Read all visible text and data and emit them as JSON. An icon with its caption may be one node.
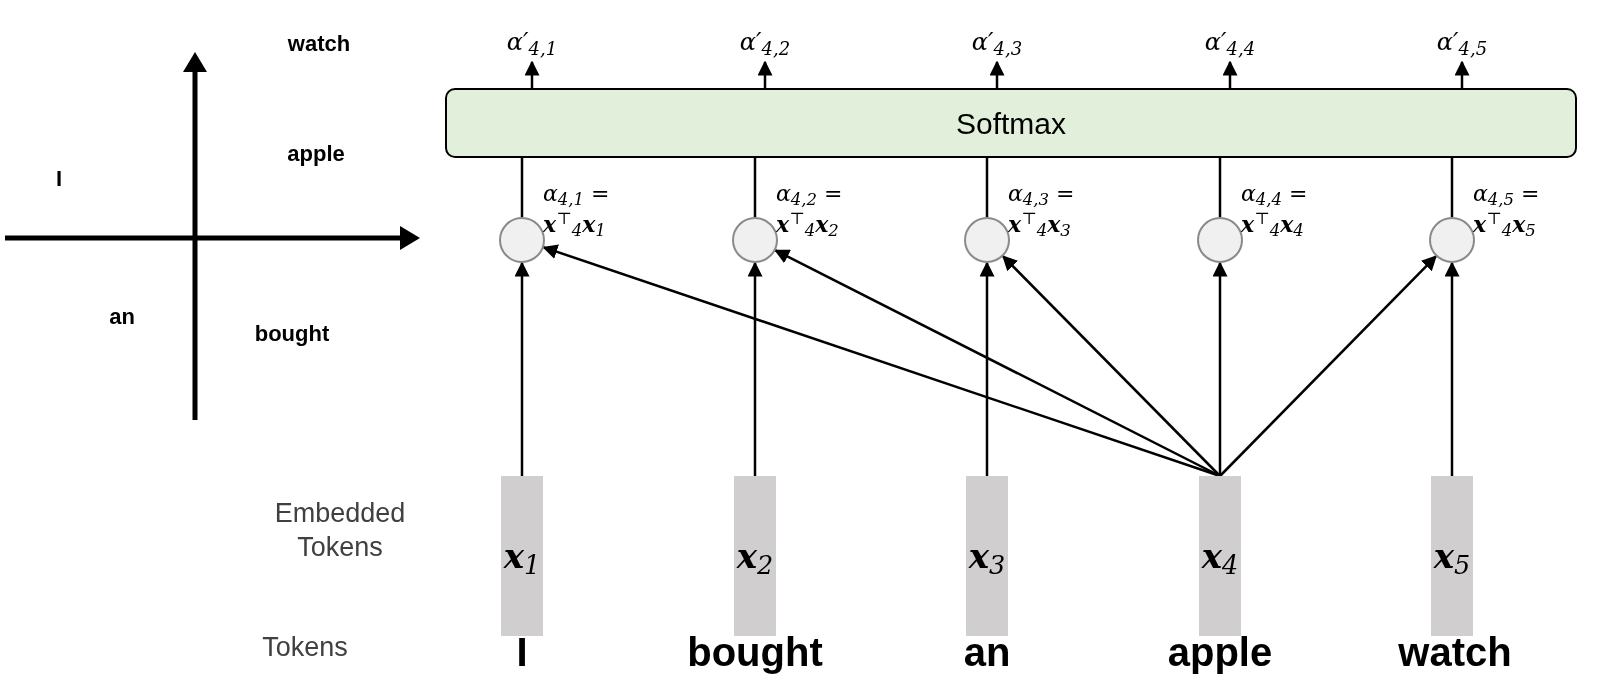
{
  "diagram": {
    "nodes": [
      {
        "text": [
          "α′$_{4,1}$"
        ]
      },
      {
        "text": [
          "α′$_{4,2}$"
        ]
      },
      {
        "text": [
          "α′$_{4,3}$"
        ]
      },
      {
        "text": [
          "α′$_{4,4}$"
        ]
      },
      {
        "text": [
          "α′$_{4,5}$"
        ]
      },
      {
        "text": [
          "Softmax"
        ]
      },
      {
        "text": [],
        "shape": "circle",
        "beside": [
          "α$_{4,1}$ = **x**$^{⊤}$$_{4}$**x**$_{1}$"
        ]
      },
      {
        "text": [],
        "shape": "circle",
        "beside": [
          "α$_{4,2}$ = **x**$^{⊤}$$_{4}$**x**$_{2}$"
        ]
      },
      {
        "text": [],
        "shape": "circle",
        "beside": [
          "α$_{4,3}$ = **x**$^{⊤}$$_{4}$**x**$_{3}$"
        ]
      },
      {
        "text": [],
        "shape": "circle",
        "beside": [
          "α$_{4,4}$ = **x**$^{⊤}$$_{4}$**x**$_{4}$"
        ]
      },
      {
        "text": [],
        "shape": "circle",
        "beside": [
          "α$_{4,5}$ = **x**$^{⊤}$$_{4}$**x**$_{5}$"
        ]
      },
      {
        "text": [
          "**x**$_{1}$"
        ]
      },
      {
        "text": [
          "**x**$_{2}$"
        ]
      },
      {
        "text": [
          "**x**$_{3}$"
        ]
      },
      {
        "text": [
          "**x**$_{4}$"
        ]
      },
      {
        "text": [
          "**x**$_{5}$"
        ]
      }
    ],
    "edges": [
      {
        "from": 5,
        "to": 0,
        "arrow": "to"
      },
      {
        "from": 5,
        "to": 1,
        "arrow": "to"
      },
      {
        "from": 5,
        "to": 2,
        "arrow": "to"
      },
      {
        "from": 5,
        "to": 3,
        "arrow": "to"
      },
      {
        "from": 5,
        "to": 4,
        "arrow": "to"
      },
      {
        "from": 6,
        "to": 5,
        "arrow": "none"
      },
      {
        "from": 7,
        "to": 5,
        "arrow": "none"
      },
      {
        "from": 8,
        "to": 5,
        "arrow": "none"
      },
      {
        "from": 9,
        "to": 5,
        "arrow": "none"
      },
      {
        "from": 10,
        "to": 5,
        "arrow": "none"
      },
      {
        "from": 11,
        "to": 6,
        "arrow": "to"
      },
      {
        "from": 12,
        "to": 7,
        "arrow": "to"
      },
      {
        "from": 13,
        "to": 8,
        "arrow": "to"
      },
      {
        "from": 14,
        "to": 9,
        "arrow": "to"
      },
      {
        "from": 15,
        "to": 10,
        "arrow": "to"
      },
      {
        "from": 14,
        "to": 6,
        "arrow": "to"
      },
      {
        "from": 14,
        "to": 7,
        "arrow": "to"
      },
      {
        "from": 14,
        "to": 8,
        "arrow": "to"
      },
      {
        "from": 14,
        "to": 10,
        "arrow": "to"
      }
    ],
    "labels": [
      "watch",
      "apple",
      "I",
      "an",
      "bought",
      "Embedded Tokens",
      "Tokens",
      "I",
      "bought",
      "an",
      "apple",
      "watch"
    ]
  }
}
